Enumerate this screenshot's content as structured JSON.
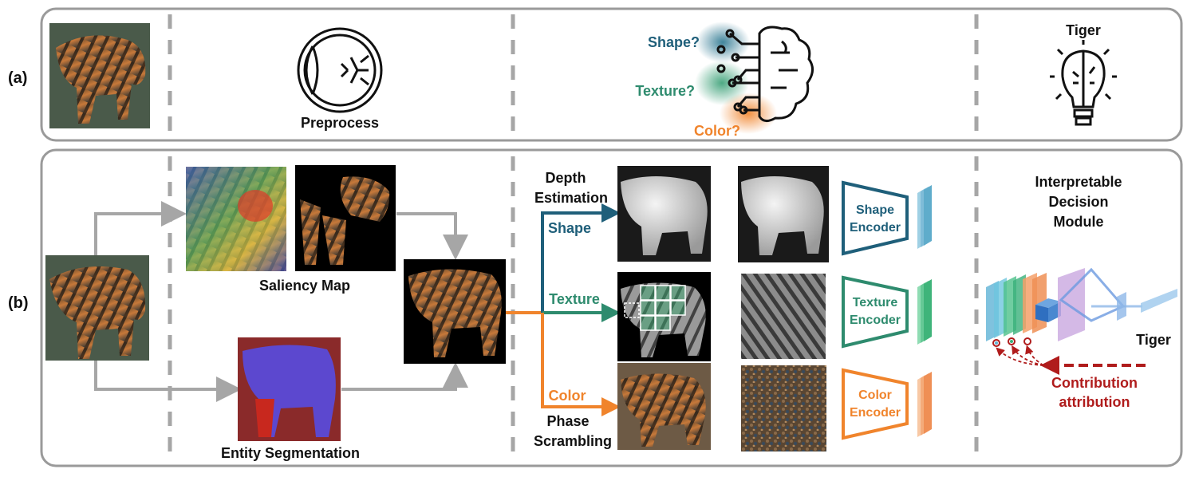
{
  "panels": {
    "a_label": "(a)",
    "b_label": "(b)"
  },
  "row_a": {
    "preprocess": "Preprocess",
    "shape_q": "Shape?",
    "texture_q": "Texture?",
    "color_q": "Color?",
    "result": "Tiger"
  },
  "row_b": {
    "saliency_map": "Saliency Map",
    "entity_segmentation": "Entity Segmentation",
    "depth_estimation_1": "Depth",
    "depth_estimation_2": "Estimation",
    "branch_shape": "Shape",
    "branch_texture": "Texture",
    "branch_color": "Color",
    "phase_scrambling_1": "Phase",
    "phase_scrambling_2": "Scrambling",
    "shape_encoder_1": "Shape",
    "shape_encoder_2": "Encoder",
    "texture_encoder_1": "Texture",
    "texture_encoder_2": "Encoder",
    "color_encoder_1": "Color",
    "color_encoder_2": "Encoder",
    "module_1": "Interpretable",
    "module_2": "Decision",
    "module_3": "Module",
    "output": "Tiger",
    "contribution_1": "Contribution",
    "contribution_2": "attribution"
  },
  "colors": {
    "shape": "#1f5f7a",
    "texture": "#2e8b6e",
    "color": "#f0842c",
    "attribution": "#b01c1c",
    "arrow_gray": "#a6a6a6"
  }
}
